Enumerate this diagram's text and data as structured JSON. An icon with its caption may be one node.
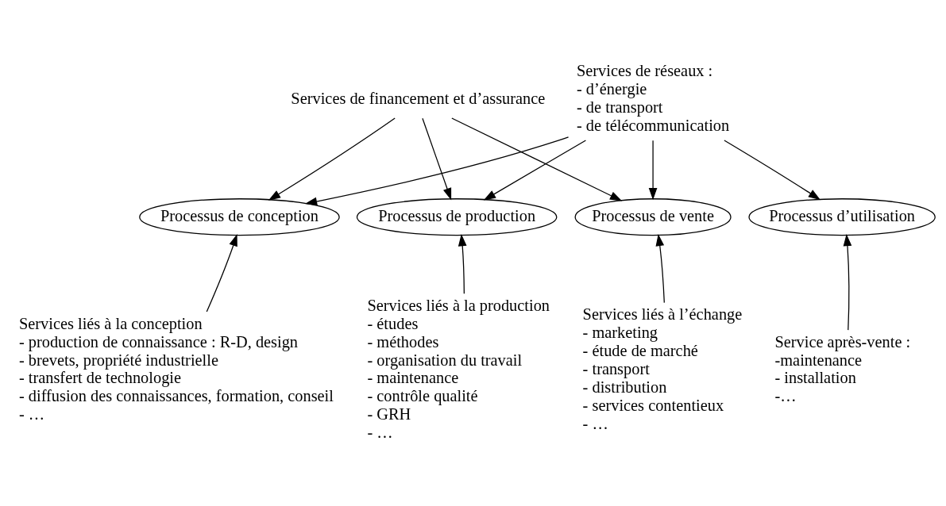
{
  "diagram": {
    "nodes": [
      {
        "text": [
          "Services de financement et d’assurance"
        ]
      },
      {
        "text": [
          "Services de réseaux :",
          "- d’énergie",
          "- de transport",
          "- de télécommunication"
        ]
      },
      {
        "text": [
          "Processus de conception"
        ]
      },
      {
        "text": [
          "Processus de production"
        ]
      },
      {
        "text": [
          "Processus de vente"
        ]
      },
      {
        "text": [
          "Processus d’utilisation"
        ]
      },
      {
        "text": [
          "Services liés à la conception",
          "- production de connaissance : R-D, design",
          "- brevets, propriété industrielle",
          "- transfert de technologie",
          "- diffusion des connaissances, formation, conseil",
          "- …"
        ]
      },
      {
        "text": [
          "Services liés à la production",
          "- études",
          "- méthodes",
          "- organisation du travail",
          "- maintenance",
          "- contrôle qualité",
          "- GRH",
          "- …"
        ]
      },
      {
        "text": [
          "Services liés à l’échange",
          "- marketing",
          "- étude de marché",
          "- transport",
          "- distribution",
          "- services contentieux",
          "- …"
        ]
      },
      {
        "text": [
          "Service après-vente :",
          "-maintenance",
          "- installation",
          "-…"
        ]
      }
    ],
    "edges": [
      {
        "from": 0,
        "to": 2,
        "arrow": "to"
      },
      {
        "from": 0,
        "to": 3,
        "arrow": "to"
      },
      {
        "from": 0,
        "to": 4,
        "arrow": "to"
      },
      {
        "from": 1,
        "to": 2,
        "arrow": "to"
      },
      {
        "from": 1,
        "to": 3,
        "arrow": "to"
      },
      {
        "from": 1,
        "to": 4,
        "arrow": "to"
      },
      {
        "from": 1,
        "to": 5,
        "arrow": "to"
      },
      {
        "from": 6,
        "to": 2,
        "arrow": "to"
      },
      {
        "from": 7,
        "to": 3,
        "arrow": "to"
      },
      {
        "from": 8,
        "to": 4,
        "arrow": "to"
      },
      {
        "from": 9,
        "to": 5,
        "arrow": "to"
      }
    ]
  }
}
